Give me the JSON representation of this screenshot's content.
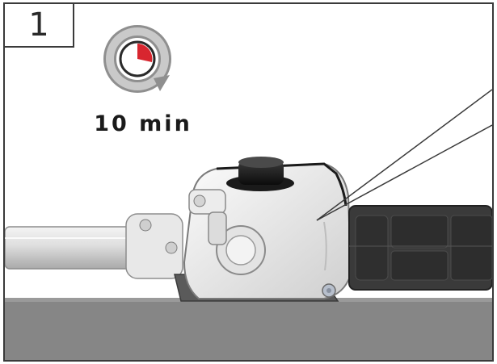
{
  "step": {
    "number": "1"
  },
  "timer": {
    "icon": "clock-rotate-icon",
    "label": "10 min",
    "accent_color": "#d8262f"
  },
  "illustration": {
    "icon": "tool-fuel-tank-illustration"
  }
}
